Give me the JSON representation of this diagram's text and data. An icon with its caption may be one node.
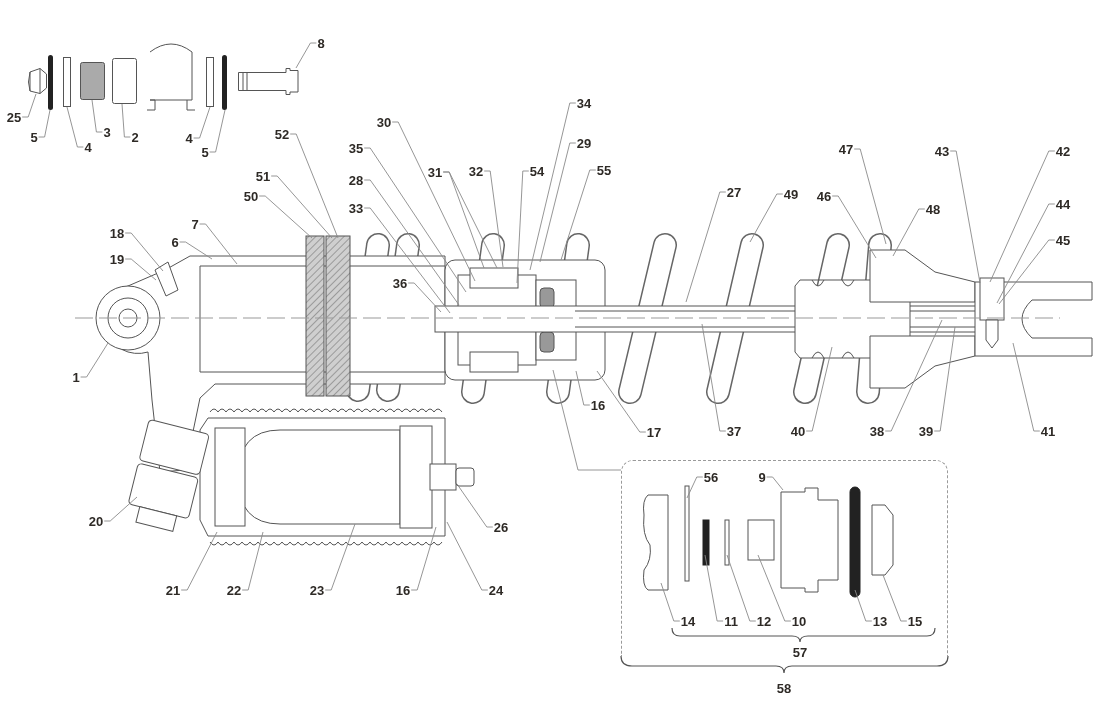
{
  "diagram": {
    "nodes": [
      {
        "text": [
          "25"
        ]
      },
      {
        "text": [
          "5"
        ]
      },
      {
        "text": [
          "4"
        ]
      },
      {
        "text": [
          "3"
        ]
      },
      {
        "text": [
          "2"
        ]
      },
      {
        "text": [
          "4"
        ]
      },
      {
        "text": [
          "5"
        ]
      },
      {
        "text": [
          "8"
        ]
      },
      {
        "text": [
          "52"
        ]
      },
      {
        "text": [
          "51"
        ]
      },
      {
        "text": [
          "50"
        ]
      },
      {
        "text": [
          "7"
        ]
      },
      {
        "text": [
          "6"
        ]
      },
      {
        "text": [
          "18"
        ]
      },
      {
        "text": [
          "19"
        ]
      },
      {
        "text": [
          "1"
        ]
      },
      {
        "text": [
          "30"
        ]
      },
      {
        "text": [
          "35"
        ]
      },
      {
        "text": [
          "28"
        ]
      },
      {
        "text": [
          "33"
        ]
      },
      {
        "text": [
          "36"
        ]
      },
      {
        "text": [
          "31"
        ]
      },
      {
        "text": [
          "32"
        ]
      },
      {
        "text": [
          "54"
        ]
      },
      {
        "text": [
          "34"
        ]
      },
      {
        "text": [
          "29"
        ]
      },
      {
        "text": [
          "55"
        ]
      },
      {
        "text": [
          "27"
        ]
      },
      {
        "text": [
          "49"
        ]
      },
      {
        "text": [
          "46"
        ]
      },
      {
        "text": [
          "47"
        ]
      },
      {
        "text": [
          "48"
        ]
      },
      {
        "text": [
          "43"
        ]
      },
      {
        "text": [
          "42"
        ]
      },
      {
        "text": [
          "44"
        ]
      },
      {
        "text": [
          "45"
        ]
      },
      {
        "text": [
          "41"
        ]
      },
      {
        "text": [
          "39"
        ]
      },
      {
        "text": [
          "38"
        ]
      },
      {
        "text": [
          "40"
        ]
      },
      {
        "text": [
          "37"
        ]
      },
      {
        "text": [
          "17"
        ]
      },
      {
        "text": [
          "16"
        ]
      },
      {
        "text": [
          "20"
        ]
      },
      {
        "text": [
          "21"
        ]
      },
      {
        "text": [
          "22"
        ]
      },
      {
        "text": [
          "23"
        ]
      },
      {
        "text": [
          "16"
        ]
      },
      {
        "text": [
          "24"
        ]
      },
      {
        "text": [
          "26"
        ]
      },
      {
        "text": [],
        "shape": "box"
      },
      {
        "text": [
          "56"
        ],
        "in": 50
      },
      {
        "text": [
          "9"
        ],
        "in": 50
      },
      {
        "text": [
          "14"
        ],
        "in": 50
      },
      {
        "text": [
          "11"
        ],
        "in": 50
      },
      {
        "text": [
          "12"
        ],
        "in": 50
      },
      {
        "text": [
          "10"
        ],
        "in": 50
      },
      {
        "text": [
          "13"
        ],
        "in": 50
      },
      {
        "text": [
          "15"
        ],
        "in": 50
      },
      {
        "text": [],
        "shape": "picture"
      },
      {
        "text": [],
        "shape": "bar"
      },
      {
        "text": [],
        "shape": "bar"
      },
      {
        "text": [],
        "shape": "box"
      },
      {
        "text": [],
        "shape": "box"
      },
      {
        "text": [],
        "shape": "bar"
      },
      {
        "text": [],
        "shape": "bar"
      },
      {
        "text": [],
        "shape": "picture"
      }
    ],
    "edges": [
      {
        "from": 0,
        "to": 59,
        "arrow": "none"
      },
      {
        "from": 1,
        "to": 60,
        "arrow": "none"
      },
      {
        "from": 2,
        "to": 61,
        "arrow": "none"
      },
      {
        "from": 3,
        "to": 62,
        "arrow": "none"
      },
      {
        "from": 4,
        "to": 63,
        "arrow": "none"
      },
      {
        "from": 5,
        "to": 64,
        "arrow": "none"
      },
      {
        "from": 6,
        "to": 65,
        "arrow": "none"
      },
      {
        "from": 7,
        "to": 66,
        "arrow": "none"
      },
      {
        "from": 8,
        "to": null,
        "arrow": "none"
      },
      {
        "from": 9,
        "to": null,
        "arrow": "none"
      },
      {
        "from": 10,
        "to": null,
        "arrow": "none"
      },
      {
        "from": 11,
        "to": null,
        "arrow": "none"
      },
      {
        "from": 12,
        "to": null,
        "arrow": "none"
      },
      {
        "from": 13,
        "to": null,
        "arrow": "none"
      },
      {
        "from": 14,
        "to": null,
        "arrow": "none"
      },
      {
        "from": 15,
        "to": null,
        "arrow": "none"
      },
      {
        "from": 16,
        "to": null,
        "arrow": "none"
      },
      {
        "from": 17,
        "to": null,
        "arrow": "none"
      },
      {
        "from": 18,
        "to": null,
        "arrow": "none"
      },
      {
        "from": 19,
        "to": null,
        "arrow": "none"
      },
      {
        "from": 20,
        "to": null,
        "arrow": "none"
      },
      {
        "from": 21,
        "to": null,
        "arrow": "none"
      },
      {
        "from": 21,
        "to": null,
        "arrow": "none"
      },
      {
        "from": 22,
        "to": null,
        "arrow": "none"
      },
      {
        "from": 23,
        "to": null,
        "arrow": "none"
      },
      {
        "from": 24,
        "to": null,
        "arrow": "none"
      },
      {
        "from": 25,
        "to": null,
        "arrow": "none"
      },
      {
        "from": 26,
        "to": null,
        "arrow": "none"
      },
      {
        "from": 27,
        "to": null,
        "arrow": "none"
      },
      {
        "from": 28,
        "to": null,
        "arrow": "none"
      },
      {
        "from": 29,
        "to": null,
        "arrow": "none"
      },
      {
        "from": 30,
        "to": null,
        "arrow": "none"
      },
      {
        "from": 31,
        "to": null,
        "arrow": "none"
      },
      {
        "from": 32,
        "to": null,
        "arrow": "none"
      },
      {
        "from": 33,
        "to": null,
        "arrow": "none"
      },
      {
        "from": 34,
        "to": null,
        "arrow": "none"
      },
      {
        "from": 35,
        "to": null,
        "arrow": "none"
      },
      {
        "from": 36,
        "to": null,
        "arrow": "none"
      },
      {
        "from": 37,
        "to": null,
        "arrow": "none"
      },
      {
        "from": 38,
        "to": null,
        "arrow": "none"
      },
      {
        "from": 39,
        "to": null,
        "arrow": "none"
      },
      {
        "from": 40,
        "to": null,
        "arrow": "none"
      },
      {
        "from": 41,
        "to": null,
        "arrow": "none"
      },
      {
        "from": 42,
        "to": null,
        "arrow": "none"
      },
      {
        "from": 43,
        "to": null,
        "arrow": "none"
      },
      {
        "from": 44,
        "to": null,
        "arrow": "none"
      },
      {
        "from": 45,
        "to": null,
        "arrow": "none"
      },
      {
        "from": 46,
        "to": null,
        "arrow": "none"
      },
      {
        "from": 47,
        "to": null,
        "arrow": "none"
      },
      {
        "from": 48,
        "to": null,
        "arrow": "none"
      },
      {
        "from": 49,
        "to": null,
        "arrow": "none"
      },
      {
        "from": null,
        "to": 50,
        "arrow": "none"
      },
      {
        "from": 51,
        "to": null,
        "arrow": "none"
      },
      {
        "from": 52,
        "to": null,
        "arrow": "none"
      },
      {
        "from": 53,
        "to": null,
        "arrow": "none"
      },
      {
        "from": 54,
        "to": null,
        "arrow": "none"
      },
      {
        "from": 55,
        "to": null,
        "arrow": "none"
      },
      {
        "from": 56,
        "to": null,
        "arrow": "none"
      },
      {
        "from": 57,
        "to": null,
        "arrow": "none"
      },
      {
        "from": 58,
        "to": null,
        "arrow": "none"
      }
    ],
    "labels": [
      "57",
      "58"
    ]
  }
}
